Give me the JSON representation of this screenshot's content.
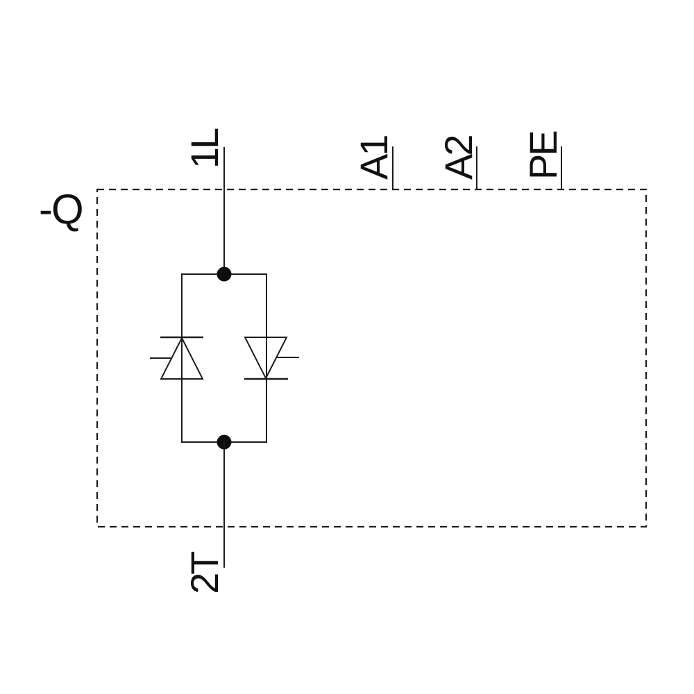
{
  "page": {
    "background_color": "#ffffff",
    "stroke_color": "#1c1c1c",
    "description": "Electrical schematic of a single-phase solid-state switching device (anti-parallel thyristor pair) inside a dashed enclosure"
  },
  "schematic": {
    "designator": "-Q",
    "terminals": {
      "line_input": {
        "label": "1L",
        "position": "top"
      },
      "control_a1": {
        "label": "A1",
        "position": "top"
      },
      "control_a2": {
        "label": "A2",
        "position": "top"
      },
      "protective_earth": {
        "label": "PE",
        "position": "top"
      },
      "load_output": {
        "label": "2T",
        "position": "bottom"
      }
    },
    "icons": {
      "enclosure": "dashed-boundary-box",
      "left_device": "thyristor-up-icon",
      "right_device": "thyristor-down-icon",
      "junctions": "connection-dot"
    }
  }
}
